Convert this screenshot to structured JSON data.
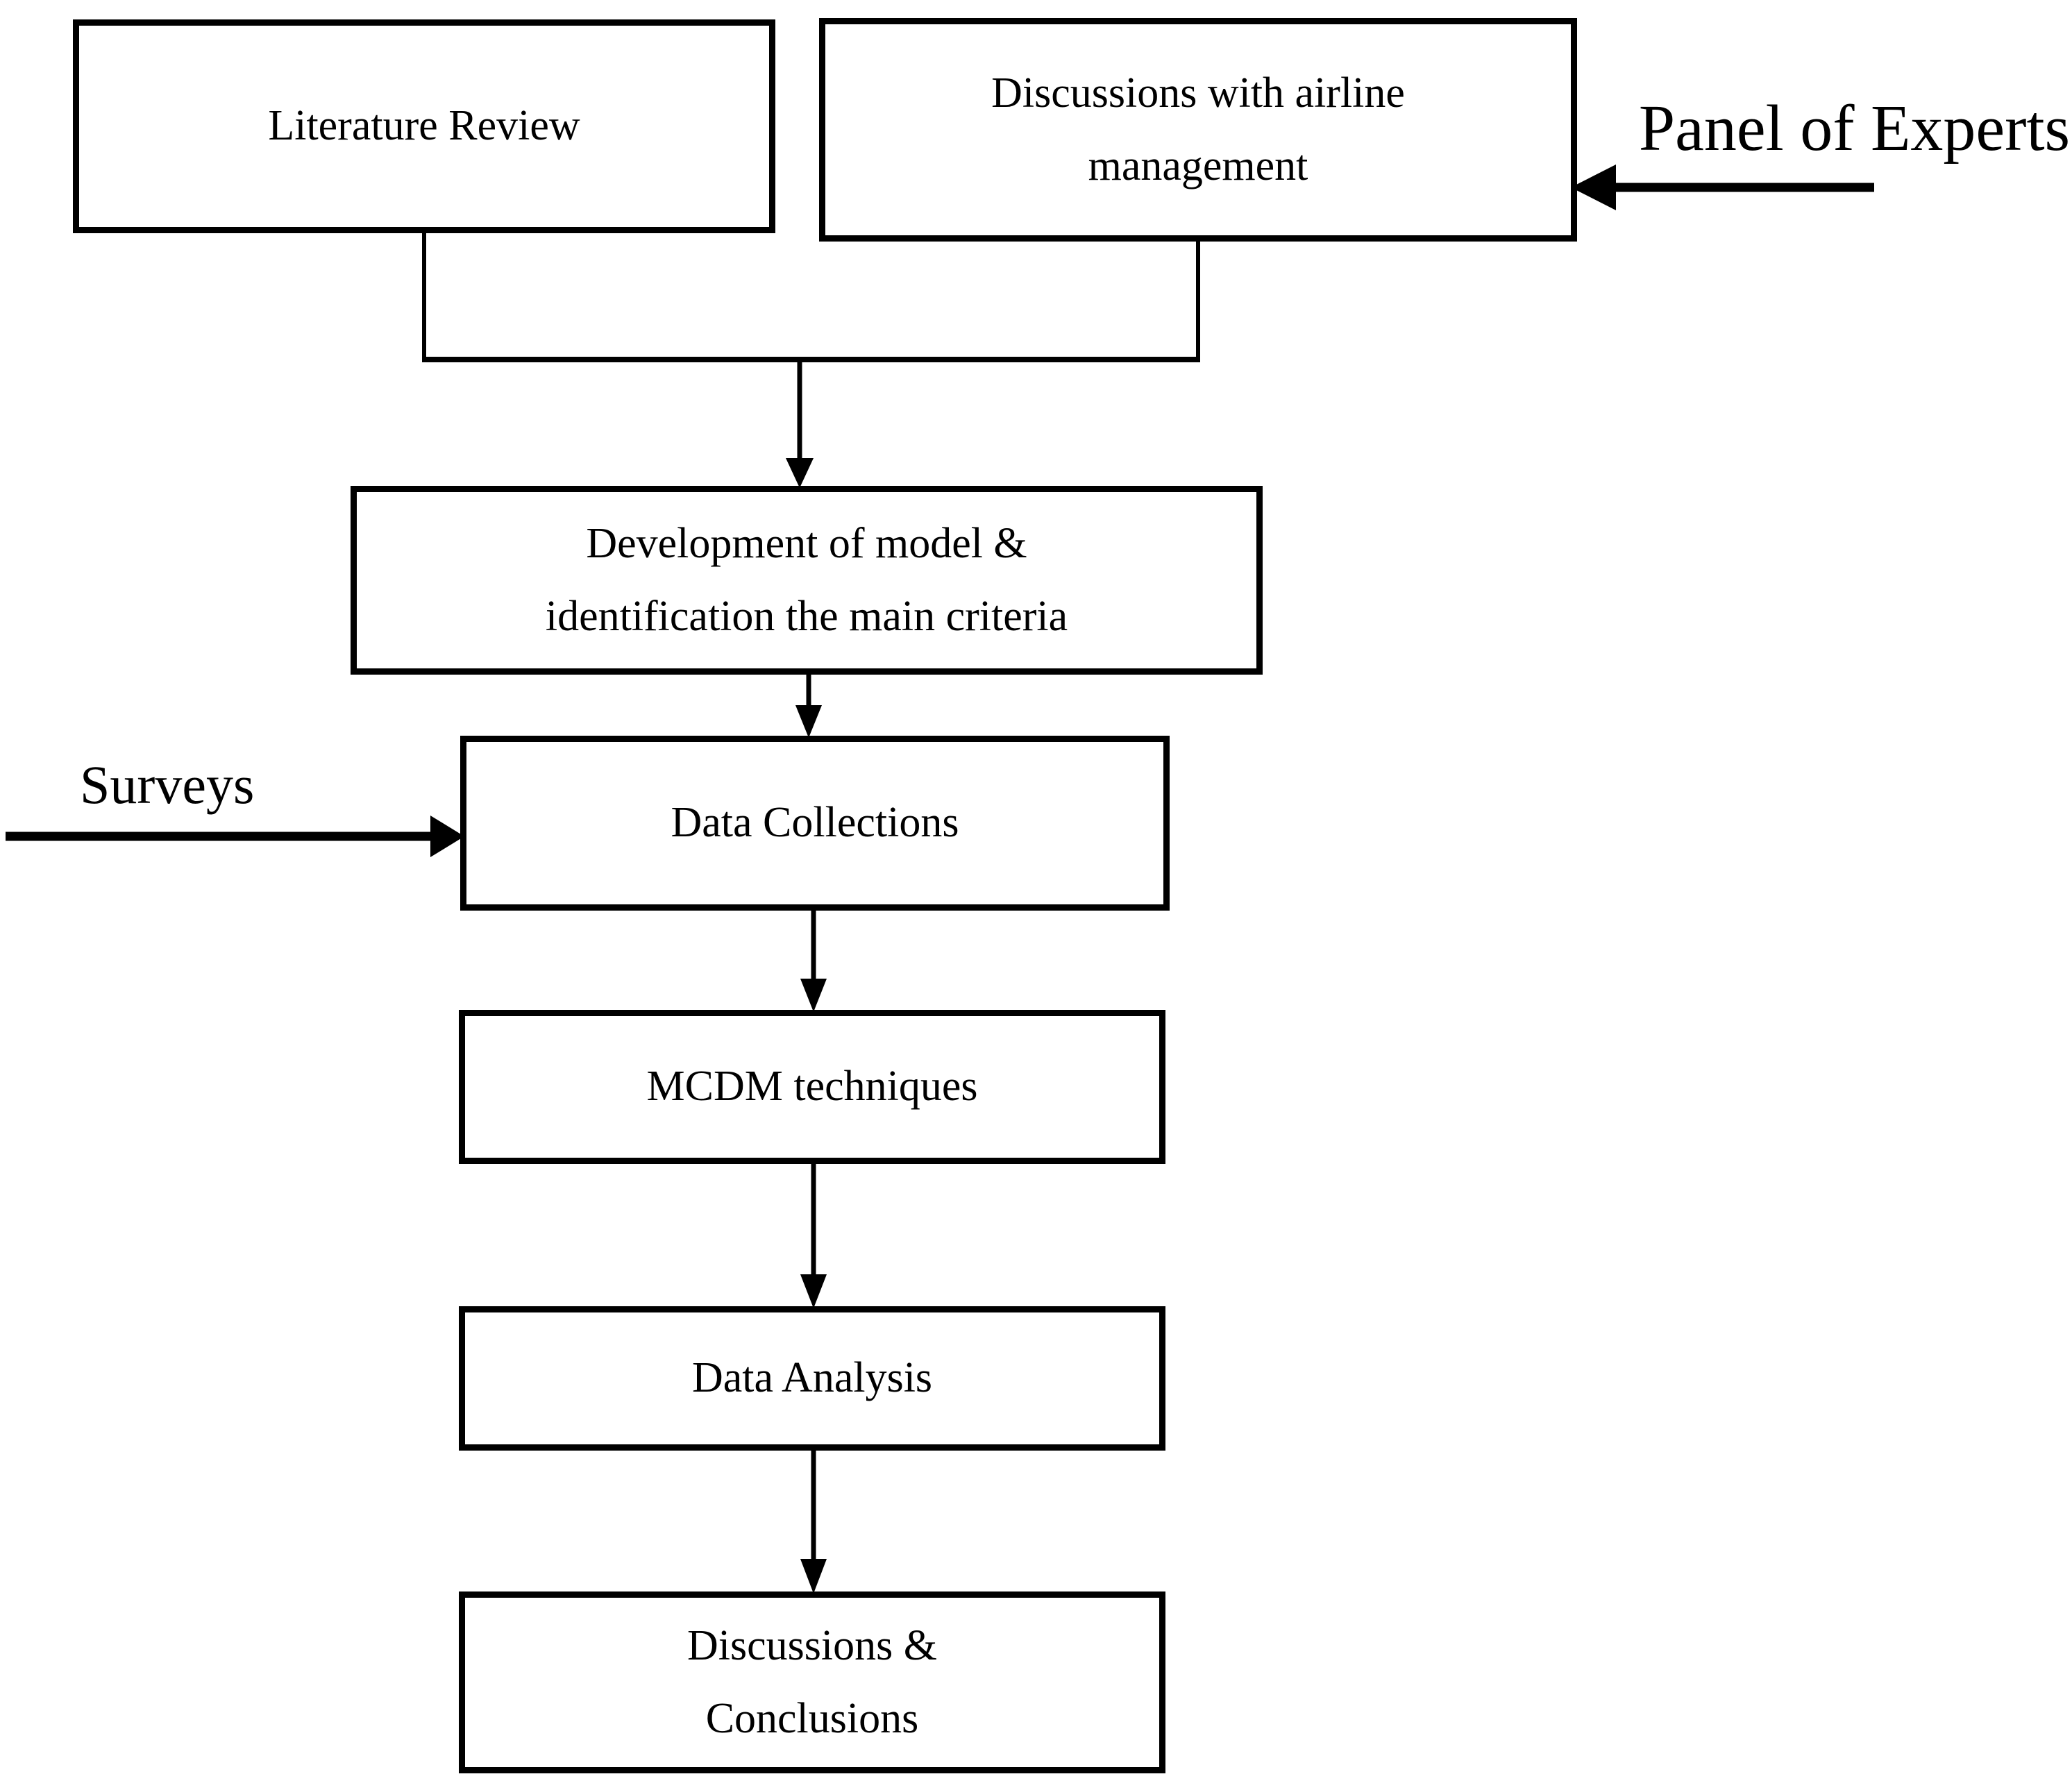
{
  "colors": {
    "ink": "#000000",
    "background": "#ffffff"
  },
  "nodes": {
    "literature_review": {
      "label": "Literature Review"
    },
    "airline_discussions": {
      "lines": [
        "Discussions with airline",
        "management"
      ]
    },
    "model_development": {
      "lines": [
        "Development of model &",
        "identification the main criteria"
      ]
    },
    "data_collections": {
      "label": "Data Collections"
    },
    "mcdm_techniques": {
      "label": "MCDM techniques"
    },
    "data_analysis": {
      "label": "Data Analysis"
    },
    "discussions_conclusions": {
      "lines": [
        "Discussions &",
        "Conclusions"
      ]
    }
  },
  "annotations": {
    "panel_of_experts": {
      "label": "Panel of Experts"
    },
    "surveys": {
      "label": "Surveys"
    }
  }
}
